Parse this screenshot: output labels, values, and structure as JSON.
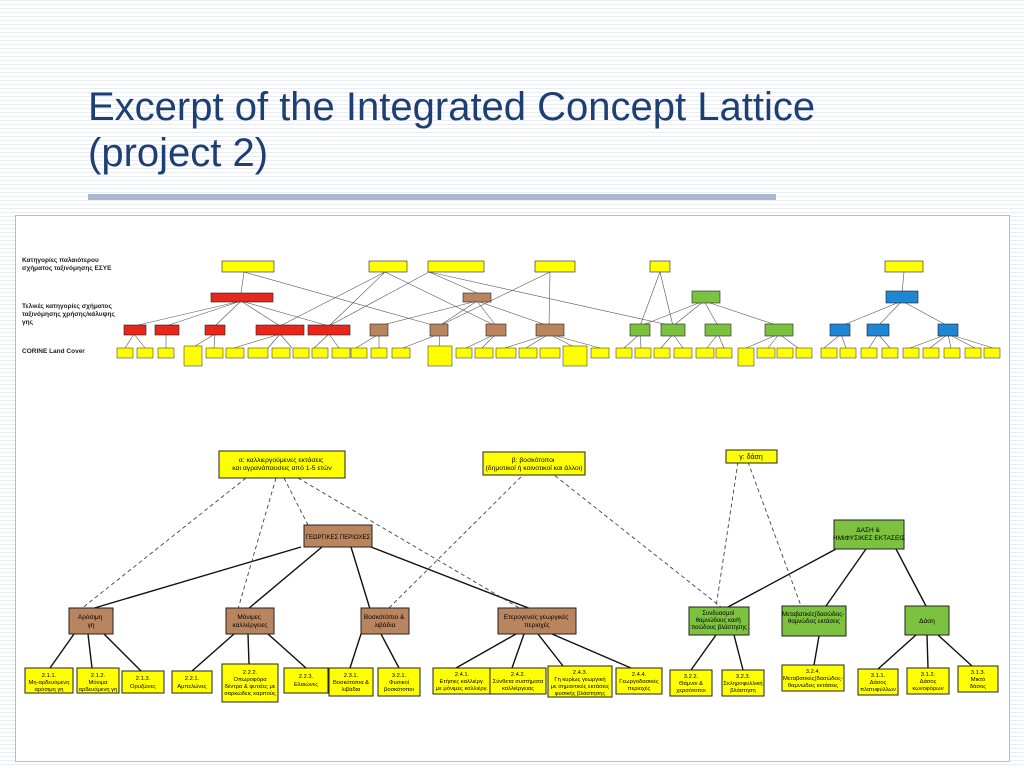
{
  "slide": {
    "title_line1": "Excerpt of the Integrated Concept Lattice",
    "title_line2": "(project 2)"
  },
  "colors": {
    "title": "#1d3f74",
    "yellow": "#ffff00",
    "brown": "#b9855f",
    "green": "#7cc13f",
    "red": "#e8261c",
    "blue": "#1e86d3"
  },
  "overview": {
    "row_labels": [
      "Κατηγορίες παλαιότερου σχήματος ταξινόμησης ΕΣΥΕ",
      "Τελικές κατηγορίες σχήματος ταξινόμησης χρήσης/κάλυψης γης",
      "CORINE Land Cover"
    ]
  },
  "detail": {
    "top_nodes": [
      {
        "id": "alpha",
        "text": "α: καλλιεργούμενες εκτάσεις και αγρανάπαυσεις από 1-5 ετών"
      },
      {
        "id": "beta",
        "text": "β: βοσκότοποι (δημοτικοί ή κοινοτικοί και άλλοι)"
      },
      {
        "id": "gamma",
        "text": "γ: δάση"
      }
    ],
    "mid_nodes": [
      {
        "id": "agri",
        "text": "ΓΕΩΡΓΙΚΕΣ ΠΕΡΙΟΧΕΣ"
      },
      {
        "id": "forest",
        "text": "ΔΑΣΗ & ΗΜΙΦΥΣΙΚΕΣ ΕΚΤΑΣΕΙΣ"
      }
    ],
    "sub_nodes": [
      {
        "id": "arable",
        "text": "Αρόσιμη γη"
      },
      {
        "id": "permanent",
        "text": "Μόνιμες καλλιέργειες"
      },
      {
        "id": "pasture",
        "text": "Βοσκότόπιο & λιβάδια"
      },
      {
        "id": "hetero",
        "text": "Ετερογενείς γεωργικές περιοχές"
      },
      {
        "id": "shrub",
        "text": "Συνδυασμοί θαμνώδους και/ή ποώδους βλάστησης"
      },
      {
        "id": "transit",
        "text": "Μεταβατικές(δασώδεις-θαμνώδεις εκτάσεις"
      },
      {
        "id": "forests",
        "text": "Δάση"
      }
    ],
    "leaves": [
      {
        "code": "2.1.1.",
        "name": "Μη-αρδευόμενη αρόσιμη γη"
      },
      {
        "code": "2.1.2.",
        "name": "Μόνιμα αρδευόμενη γη"
      },
      {
        "code": "2.1.3.",
        "name": "Ορυζώνες"
      },
      {
        "code": "2.2.1.",
        "name": "Αμπελώνες"
      },
      {
        "code": "2.2.2.",
        "name": "Οπωροφόρα δέντρα & φυτείες με σαρκώδεις καρπούς"
      },
      {
        "code": "2.2.3.",
        "name": "Ελαιώνες"
      },
      {
        "code": "2.3.1.",
        "name": "Βοσκότοπια & λιβάδια"
      },
      {
        "code": "3.2.1.",
        "name": "Φυσικοί βοσκότοποι"
      },
      {
        "code": "2.4.1.",
        "name": "Ετήσιες καλλιέργ. με μόνιμες καλλιέργ."
      },
      {
        "code": "2.4.2.",
        "name": "Σύνθετα συστήματα καλλιέργειας"
      },
      {
        "code": "2.4.3.",
        "name": "Γη κυρίως γεωργική με σημαντικές εκτάσεις φυσικής βλάστησης"
      },
      {
        "code": "2.4.4.",
        "name": "Γεωργοδασικές περιοχές"
      },
      {
        "code": "3.2.2.",
        "name": "Θάμνοι & χερσότοποι"
      },
      {
        "code": "3.2.3.",
        "name": "Σκληροφυλλική βλάστηση"
      },
      {
        "code": "3.2.4.",
        "name": "Μεταβατικές(δασώδεις-θαμνώδεις εκτάσεις"
      },
      {
        "code": "3.1.1.",
        "name": "Δάσος πλατυφύλλων"
      },
      {
        "code": "3.1.2.",
        "name": "Δάσος κωνοφόρων"
      },
      {
        "code": "3.1.3.",
        "name": "Μικτό δάσος"
      }
    ]
  }
}
